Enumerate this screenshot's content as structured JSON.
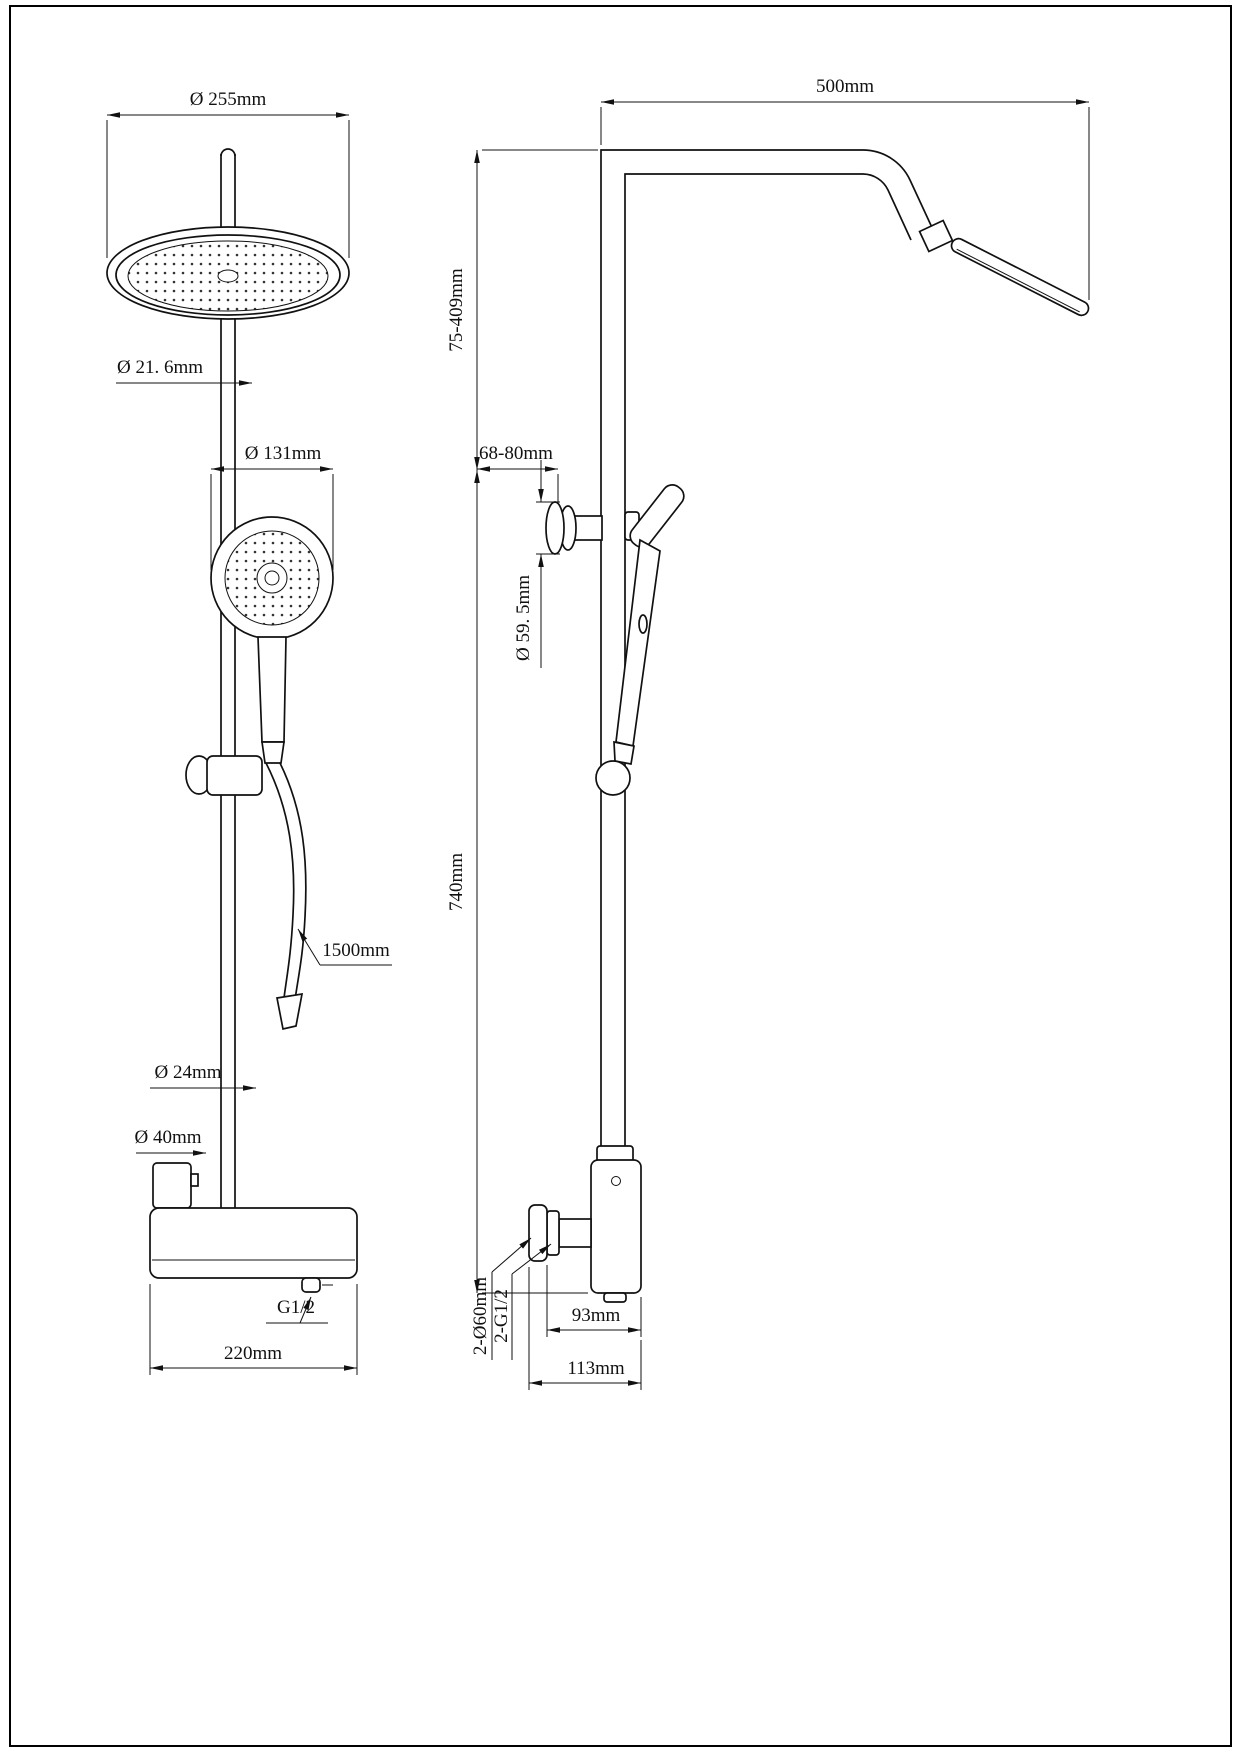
{
  "front_view": {
    "head_diameter": "Ø 255mm",
    "pipe_diameter": "Ø 21. 6mm",
    "hand_shower_diameter": "Ø 131mm",
    "hose_length": "1500mm",
    "riser_diameter": "Ø 24mm",
    "knob_diameter": "Ø 40mm",
    "outlet_thread": "G1/2",
    "body_width": "220mm"
  },
  "side_view": {
    "arm_length": "500mm",
    "head_height_range": "75-409mm",
    "wall_distance": "68-80mm",
    "bracket_diameter": "Ø 59. 5mm",
    "column_length": "740mm",
    "valve_offset": "93mm",
    "body_depth": "113mm",
    "inlet_diameter": "2-Ø60mm",
    "inlet_thread": "2-G1/2"
  }
}
